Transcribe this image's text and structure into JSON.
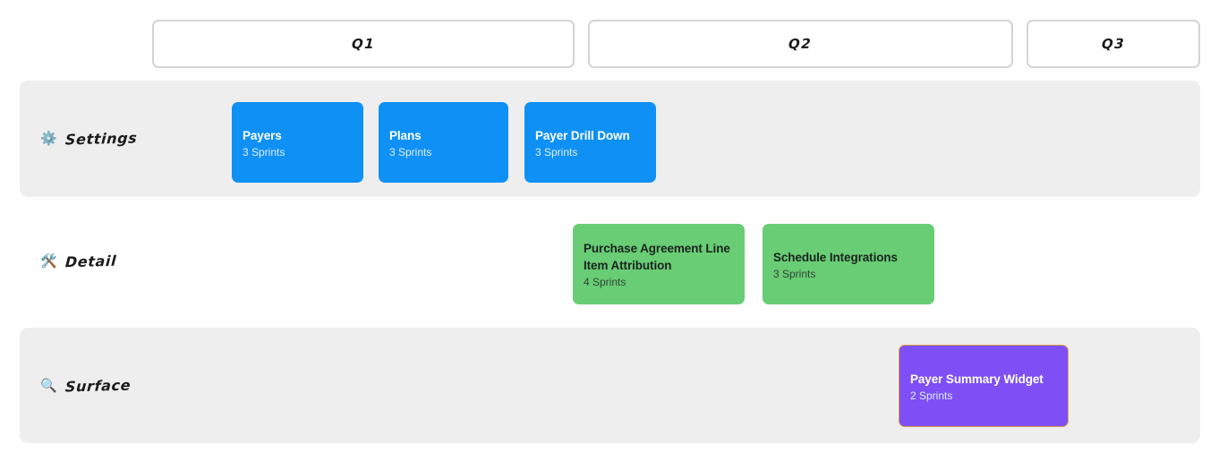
{
  "timeline": {
    "quarters": [
      {
        "label": "Q1"
      },
      {
        "label": "Q2"
      },
      {
        "label": "Q3"
      }
    ]
  },
  "lanes": [
    {
      "name": "settings",
      "icon": "⚙️",
      "icon_name": "gear-icon",
      "label": "Settings",
      "shaded": true
    },
    {
      "name": "detail",
      "icon": "🛠️",
      "icon_name": "hammer-and-wrench-icon",
      "label": "Detail",
      "shaded": false
    },
    {
      "name": "surface",
      "icon": "🔍",
      "icon_name": "magnifying-glass-icon",
      "label": "Surface",
      "shaded": true
    }
  ],
  "cards": {
    "payers": {
      "title": "Payers",
      "sprints": "3 Sprints"
    },
    "plans": {
      "title": "Plans",
      "sprints": "3 Sprints"
    },
    "payer_drill": {
      "title": "Payer Drill Down",
      "sprints": "3 Sprints"
    },
    "purchase_agmt": {
      "title": "Purchase Agreement Line Item Attribution",
      "sprints": "4 Sprints"
    },
    "schedule_int": {
      "title": "Schedule Integrations",
      "sprints": "3 Sprints"
    },
    "payer_summary": {
      "title": "Payer Summary Widget",
      "sprints": "2 Sprints"
    }
  },
  "colors": {
    "card_blue": "#0f90f5",
    "card_green": "#68cd74",
    "card_purple": "#7d4ff5",
    "selected_border": "#e0a046",
    "lane_shaded": "#eeeeee",
    "header_border": "#d4d4d4",
    "page_background": "#ffffff"
  }
}
